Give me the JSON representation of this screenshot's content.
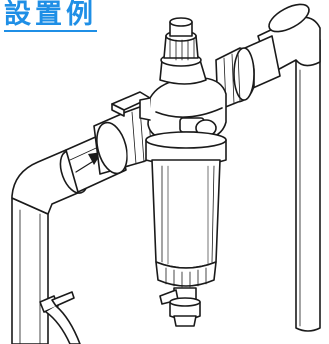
{
  "page": {
    "title": "設置例"
  },
  "colors": {
    "title": "#1f8fe6",
    "line": "#1a1a1a",
    "bg": "#ffffff"
  },
  "illustration": {
    "subject": "filter-installation",
    "parts": [
      "pipe-left-vertical",
      "pipe-left-elbow",
      "pipe-inlet",
      "union-left",
      "valve-handle",
      "filter-head",
      "pressure-knob",
      "union-right",
      "pipe-outlet",
      "pipe-right-vertical",
      "filter-bowl",
      "drain-valve",
      "hose-clamp",
      "drain-hose",
      "flow-arrow"
    ]
  }
}
